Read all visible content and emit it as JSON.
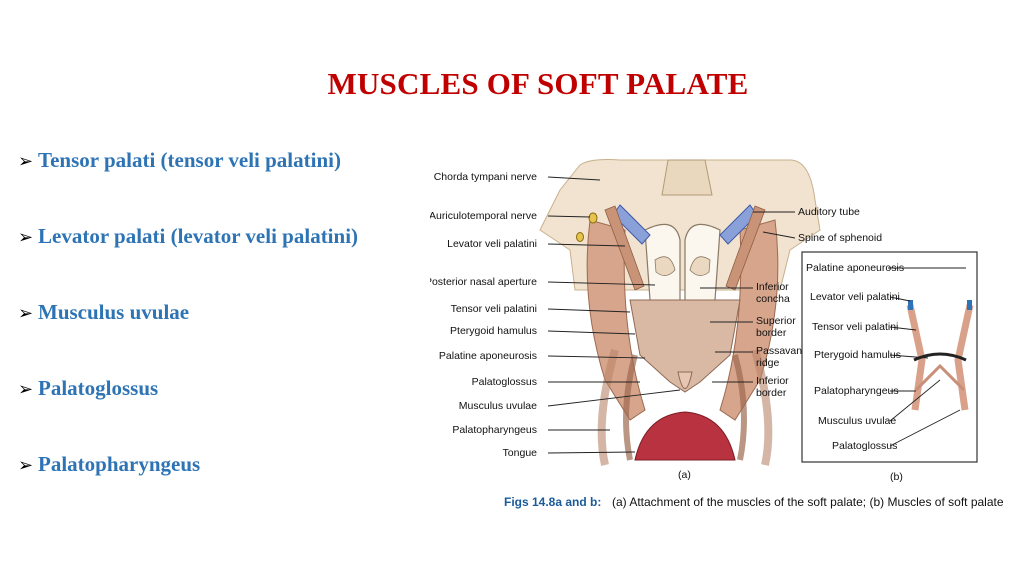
{
  "slide": {
    "title": "MUSCLES OF SOFT PALATE",
    "bullets": [
      "Tensor palati (tensor veli palatini)",
      "Levator palati (levator veli palatini)",
      "Musculus uvulae",
      "Palatoglossus",
      "Palatopharyngeus"
    ],
    "bullet_marker": "➢"
  },
  "figure": {
    "left_labels": [
      "Chorda tympani nerve",
      "Auriculotemporal nerve",
      "Levator veli palatini",
      "Posterior nasal aperture",
      "Tensor veli palatini",
      "Pterygoid hamulus",
      "Palatine aponeurosis",
      "Palatoglossus",
      "Musculus uvulae",
      "Palatopharyngeus",
      "Tongue"
    ],
    "right_top_labels": [
      "Auditory tube",
      "Spine of sphenoid"
    ],
    "mid_labels": {
      "inferior_concha_1": "Inferior",
      "inferior_concha_2": "concha",
      "superior_border_1": "Superior",
      "superior_border_2": "border",
      "passavant_1": "Passavant's",
      "passavant_2": "ridge",
      "inferior_border_1": "Inferior",
      "inferior_border_2": "border"
    },
    "inset_labels": [
      "Palatine aponeurosis",
      "Levator veli palatini",
      "Tensor veli palatini",
      "Pterygoid hamulus",
      "Palatopharyngeus",
      "Musculus uvulae",
      "Palatoglossus"
    ],
    "panel_a": "(a)",
    "panel_b": "(b)",
    "caption_bold": "Figs 14.8a and b:",
    "caption_text": "(a) Attachment of the muscles of the soft palate; (b) Muscles of soft palate"
  }
}
